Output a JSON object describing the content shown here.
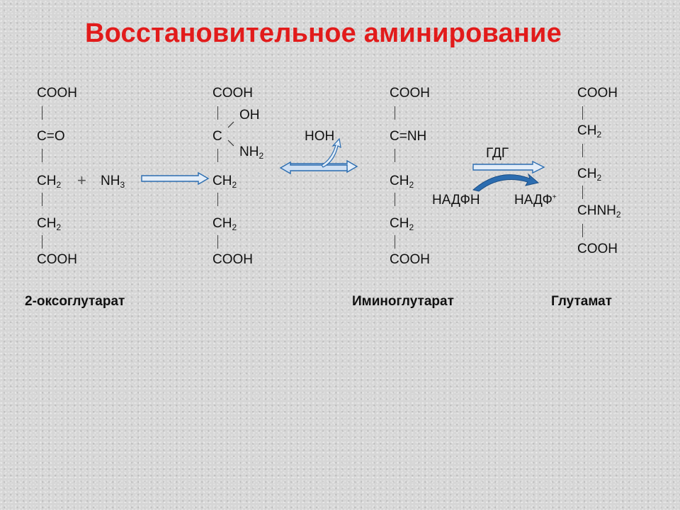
{
  "title": "Восстановительное аминирование",
  "m1": {
    "cooh_top": "COOH",
    "co": "C=O",
    "ch2_a": "CH",
    "ch2_b": "CH",
    "cooh_bottom": "COOH",
    "name": "2-оксоглутарат"
  },
  "reagent": {
    "plus": "+",
    "nh3": "NH"
  },
  "m2": {
    "cooh_top": "COOH",
    "oh": "OH",
    "c": "C",
    "nh2": "NH",
    "ch2_a": "CH",
    "ch2_b": "CH",
    "cooh_bottom": "COOH"
  },
  "water": "HOH",
  "m3": {
    "cooh_top": "COOH",
    "cnh": "C=NH",
    "ch2_a": "CH",
    "ch2_b": "CH",
    "cooh_bottom": "COOH",
    "name": "Иминоглутарат"
  },
  "enzyme": "ГДГ",
  "cofactor_in": "НАДФН",
  "cofactor_out": "НАДФ",
  "cofactor_out_charge": "+",
  "m4": {
    "cooh_top": "COOH",
    "ch2_a": "CH",
    "ch2_b": "CH",
    "chnh2": "CHNH",
    "cooh_bottom": "COOH",
    "name": "Глутамат"
  },
  "subscripts": {
    "two": "2",
    "three": "3"
  },
  "colors": {
    "title": "#e21b1b",
    "arrow": "#2c6db0",
    "arrow_light": "#d9e8f7"
  }
}
